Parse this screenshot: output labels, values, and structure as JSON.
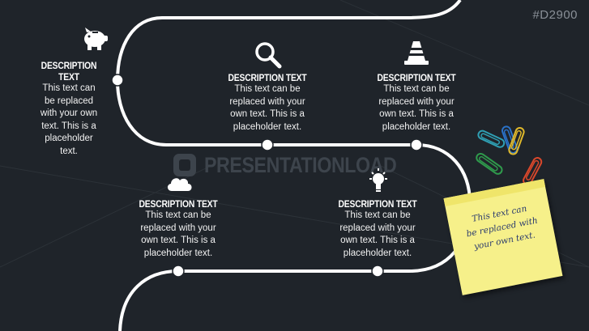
{
  "slide_code": "#D2900",
  "watermark": "PRESENTATIONLOAD",
  "colors": {
    "background": "#1f242a",
    "road": "#ffffff",
    "note": "#f6f08a",
    "note_text": "#2a3a6e"
  },
  "milestones": [
    {
      "icon": "piggy-bank-icon",
      "title": "DESCRIPTION TEXT",
      "lines": [
        "This text can",
        "be replaced",
        "with your own",
        "text. This is a",
        "placeholder",
        "text."
      ]
    },
    {
      "icon": "magnifier-icon",
      "title": "DESCRIPTION TEXT",
      "lines": [
        "This text can be",
        "replaced with your",
        "own text. This is a",
        "placeholder text."
      ]
    },
    {
      "icon": "traffic-cone-icon",
      "title": "DESCRIPTION TEXT",
      "lines": [
        "This text can be",
        "replaced with your",
        "own text. This is a",
        "placeholder text."
      ]
    },
    {
      "icon": "cloud-icon",
      "title": "DESCRIPTION TEXT",
      "lines": [
        "This text can be",
        "replaced with your",
        "own text. This is a",
        "placeholder text."
      ]
    },
    {
      "icon": "lightbulb-icon",
      "title": "DESCRIPTION TEXT",
      "lines": [
        "This text can be",
        "replaced with your",
        "own text. This is a",
        "placeholder text."
      ]
    }
  ],
  "sticky_note": {
    "lines": [
      "This text can",
      "be replaced with",
      "your own text."
    ]
  },
  "paperclips": [
    "paperclip-icon",
    "paperclip-icon",
    "paperclip-icon",
    "paperclip-icon",
    "paperclip-icon"
  ]
}
